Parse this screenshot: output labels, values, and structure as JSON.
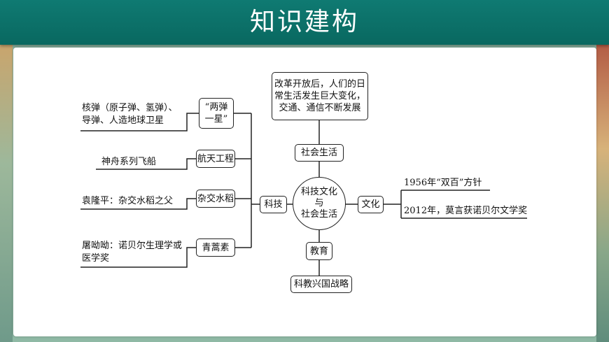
{
  "header": {
    "title": "知识建构"
  },
  "diagram": {
    "center": "科技文化\n与\n社会生活",
    "social": {
      "label": "社会生活",
      "detail": "改革开放后，人们的日\n常生活发生巨大变化，\n交通、通信不断发展"
    },
    "education": {
      "label": "教育",
      "detail": "科教兴国战略"
    },
    "culture": {
      "label": "文化",
      "items": [
        "1956年“双百”方针",
        "2012年，莫言获诺贝尔文学奖"
      ]
    },
    "tech": {
      "label": "科技",
      "branches": [
        {
          "label": "“两弹\n一星”",
          "detail": "核弹（原子弹、氢弹）、\n导弹、人造地球卫星"
        },
        {
          "label": "航天工程",
          "detail": "神舟系列飞船"
        },
        {
          "label": "杂交水稻",
          "detail": "袁隆平：杂交水稻之父"
        },
        {
          "label": "青蒿素",
          "detail": "屠呦呦：诺贝尔生理学或\n医学奖"
        }
      ]
    }
  }
}
